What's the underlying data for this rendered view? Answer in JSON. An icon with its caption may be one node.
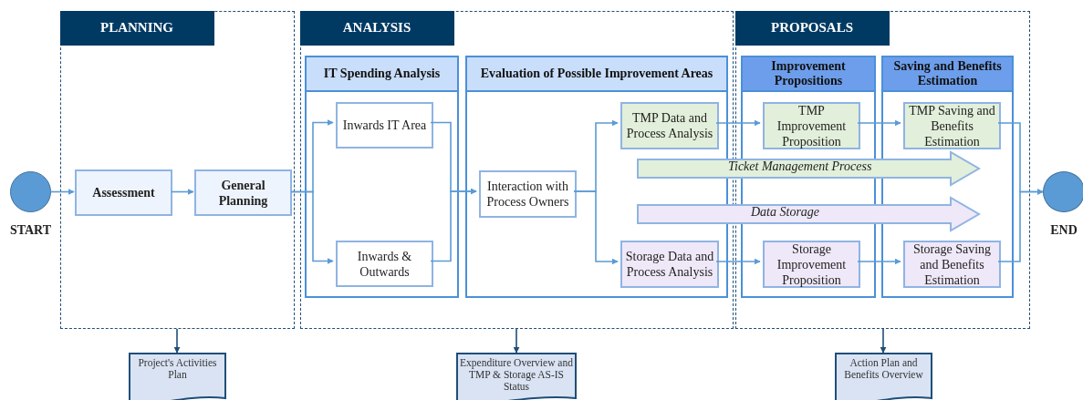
{
  "diagram": {
    "nodes": [
      {
        "text": [],
        "shape": "circle",
        "beside": [
          "START"
        ]
      },
      {
        "text": [
          "PLANNING"
        ]
      },
      {
        "text": [
          "Assessment"
        ],
        "in": 1
      },
      {
        "text": [
          "General Planning"
        ],
        "in": 1
      },
      {
        "text": [
          "ANALYSIS"
        ]
      },
      {
        "text": [
          "IT Spending Analysis"
        ],
        "in": 4
      },
      {
        "text": [
          "Inwards IT Area"
        ],
        "in": 5
      },
      {
        "text": [
          "Inwards & Outwards"
        ],
        "in": 5
      },
      {
        "text": [
          "Evaluation of Possible Improvement Areas"
        ],
        "in": 4
      },
      {
        "text": [
          "Interaction with Process Owners"
        ],
        "in": 8
      },
      {
        "text": [
          "TMP Data and Process Analysis"
        ],
        "in": 8
      },
      {
        "text": [
          "Storage Data and Process Analysis"
        ],
        "in": 8
      },
      {
        "text": [
          "PROPOSALS"
        ]
      },
      {
        "text": [
          "Improvement Propositions"
        ],
        "in": 12
      },
      {
        "text": [
          "TMP Improvement Proposition"
        ],
        "in": 13
      },
      {
        "text": [
          "Storage Improvement Proposition"
        ],
        "in": 13
      },
      {
        "text": [
          "Saving and Benefits Estimation"
        ],
        "in": 12
      },
      {
        "text": [
          "TMP Saving and Benefits Estimation"
        ],
        "in": 16
      },
      {
        "text": [
          "Storage Saving and Benefits Estimation"
        ],
        "in": 16
      },
      {
        "text": [],
        "shape": "circle",
        "beside": [
          "END"
        ]
      },
      {
        "text": [
          "Ticket Management Process"
        ]
      },
      {
        "text": [
          "Data Storage"
        ]
      },
      {
        "text": [
          "Project's Activities Plan"
        ]
      },
      {
        "text": [
          "Expenditure Overview and TMP & Storage AS-IS Status"
        ]
      },
      {
        "text": [
          "Action Plan and Benefits Overview"
        ]
      }
    ],
    "edges": [
      {
        "from": 0,
        "to": 2,
        "arrow": "to"
      },
      {
        "from": 2,
        "to": 3,
        "arrow": "to"
      },
      {
        "from": 3,
        "to": 6,
        "arrow": "to"
      },
      {
        "from": 3,
        "to": 7,
        "arrow": "to"
      },
      {
        "from": 6,
        "to": 9,
        "arrow": "to"
      },
      {
        "from": 7,
        "to": 9,
        "arrow": "to"
      },
      {
        "from": 9,
        "to": 10,
        "arrow": "to"
      },
      {
        "from": 9,
        "to": 11,
        "arrow": "to"
      },
      {
        "from": 10,
        "to": 14,
        "arrow": "to"
      },
      {
        "from": 11,
        "to": 15,
        "arrow": "to"
      },
      {
        "from": 14,
        "to": 17,
        "arrow": "to"
      },
      {
        "from": 15,
        "to": 18,
        "arrow": "to"
      },
      {
        "from": 17,
        "to": 19,
        "arrow": "to"
      },
      {
        "from": 18,
        "to": 19,
        "arrow": "to"
      },
      {
        "from": 1,
        "to": 22,
        "arrow": "to",
        "color": "#1f4e79"
      },
      {
        "from": 4,
        "to": 23,
        "arrow": "to",
        "color": "#1f4e79"
      },
      {
        "from": 12,
        "to": 24,
        "arrow": "to",
        "color": "#1f4e79"
      }
    ]
  }
}
